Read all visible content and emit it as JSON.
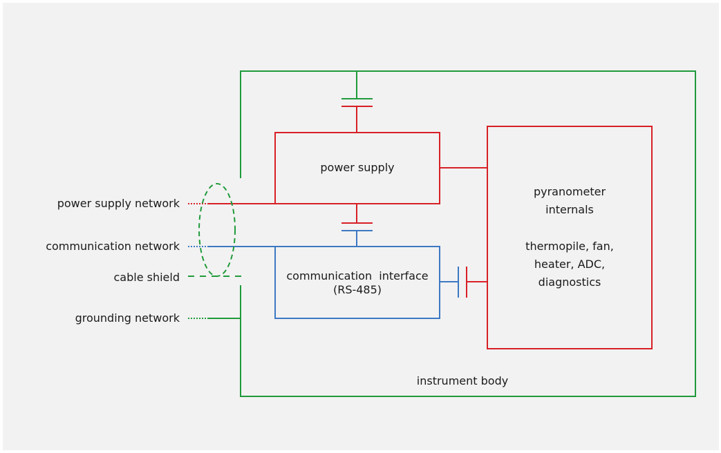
{
  "colors": {
    "power": "#d81f26",
    "communication": "#3c78c3",
    "ground": "#1f9a3a",
    "background": "#f2f2f2",
    "text": "#1a1a1a"
  },
  "labels": {
    "power_supply_network": "power supply network",
    "communication_network": "communication network",
    "cable_shield": "cable shield",
    "grounding_network": "grounding network",
    "power_supply": "power supply",
    "communication_interface_line1": "communication  interface",
    "communication_interface_line2": "(RS-485)",
    "pyranometer_line1": "pyranometer",
    "pyranometer_line2": "internals",
    "pyranometer_line3": "thermopile, fan,",
    "pyranometer_line4": "heater, ADC,",
    "pyranometer_line5": "diagnostics",
    "instrument_body": "instrument body"
  }
}
